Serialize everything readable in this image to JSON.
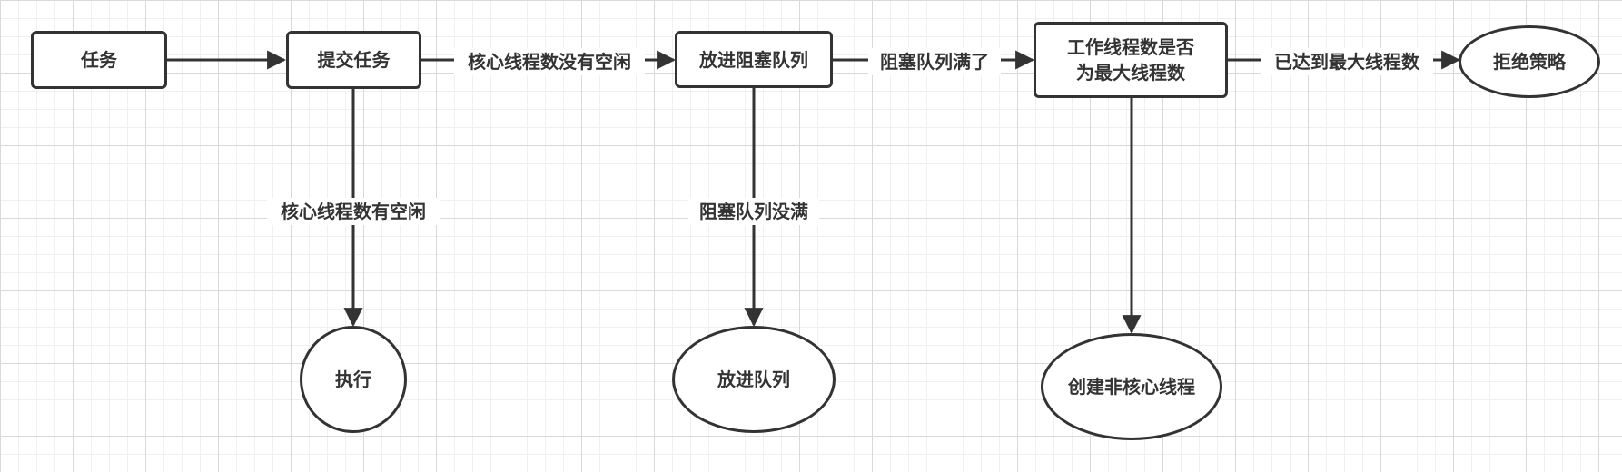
{
  "nodes": {
    "task": "任务",
    "submit_task": "提交任务",
    "enqueue_blocking": "放进阻塞队列",
    "max_threads_check": "工作线程数是否\n为最大线程数",
    "reject_policy": "拒绝策略",
    "execute": "执行",
    "enqueue": "放进队列",
    "create_noncore_thread": "创建非核心线程"
  },
  "edge_labels": {
    "core_not_idle": "核心线程数没有空闲",
    "queue_full": "阻塞队列满了",
    "max_reached": "已达到最大线程数",
    "core_idle": "核心线程数有空闲",
    "queue_not_full": "阻塞队列没满"
  },
  "colors": {
    "stroke": "#333333",
    "background": "#ffffff",
    "grid_major": "#d9d9d9",
    "grid_minor": "#f0f0f0"
  }
}
